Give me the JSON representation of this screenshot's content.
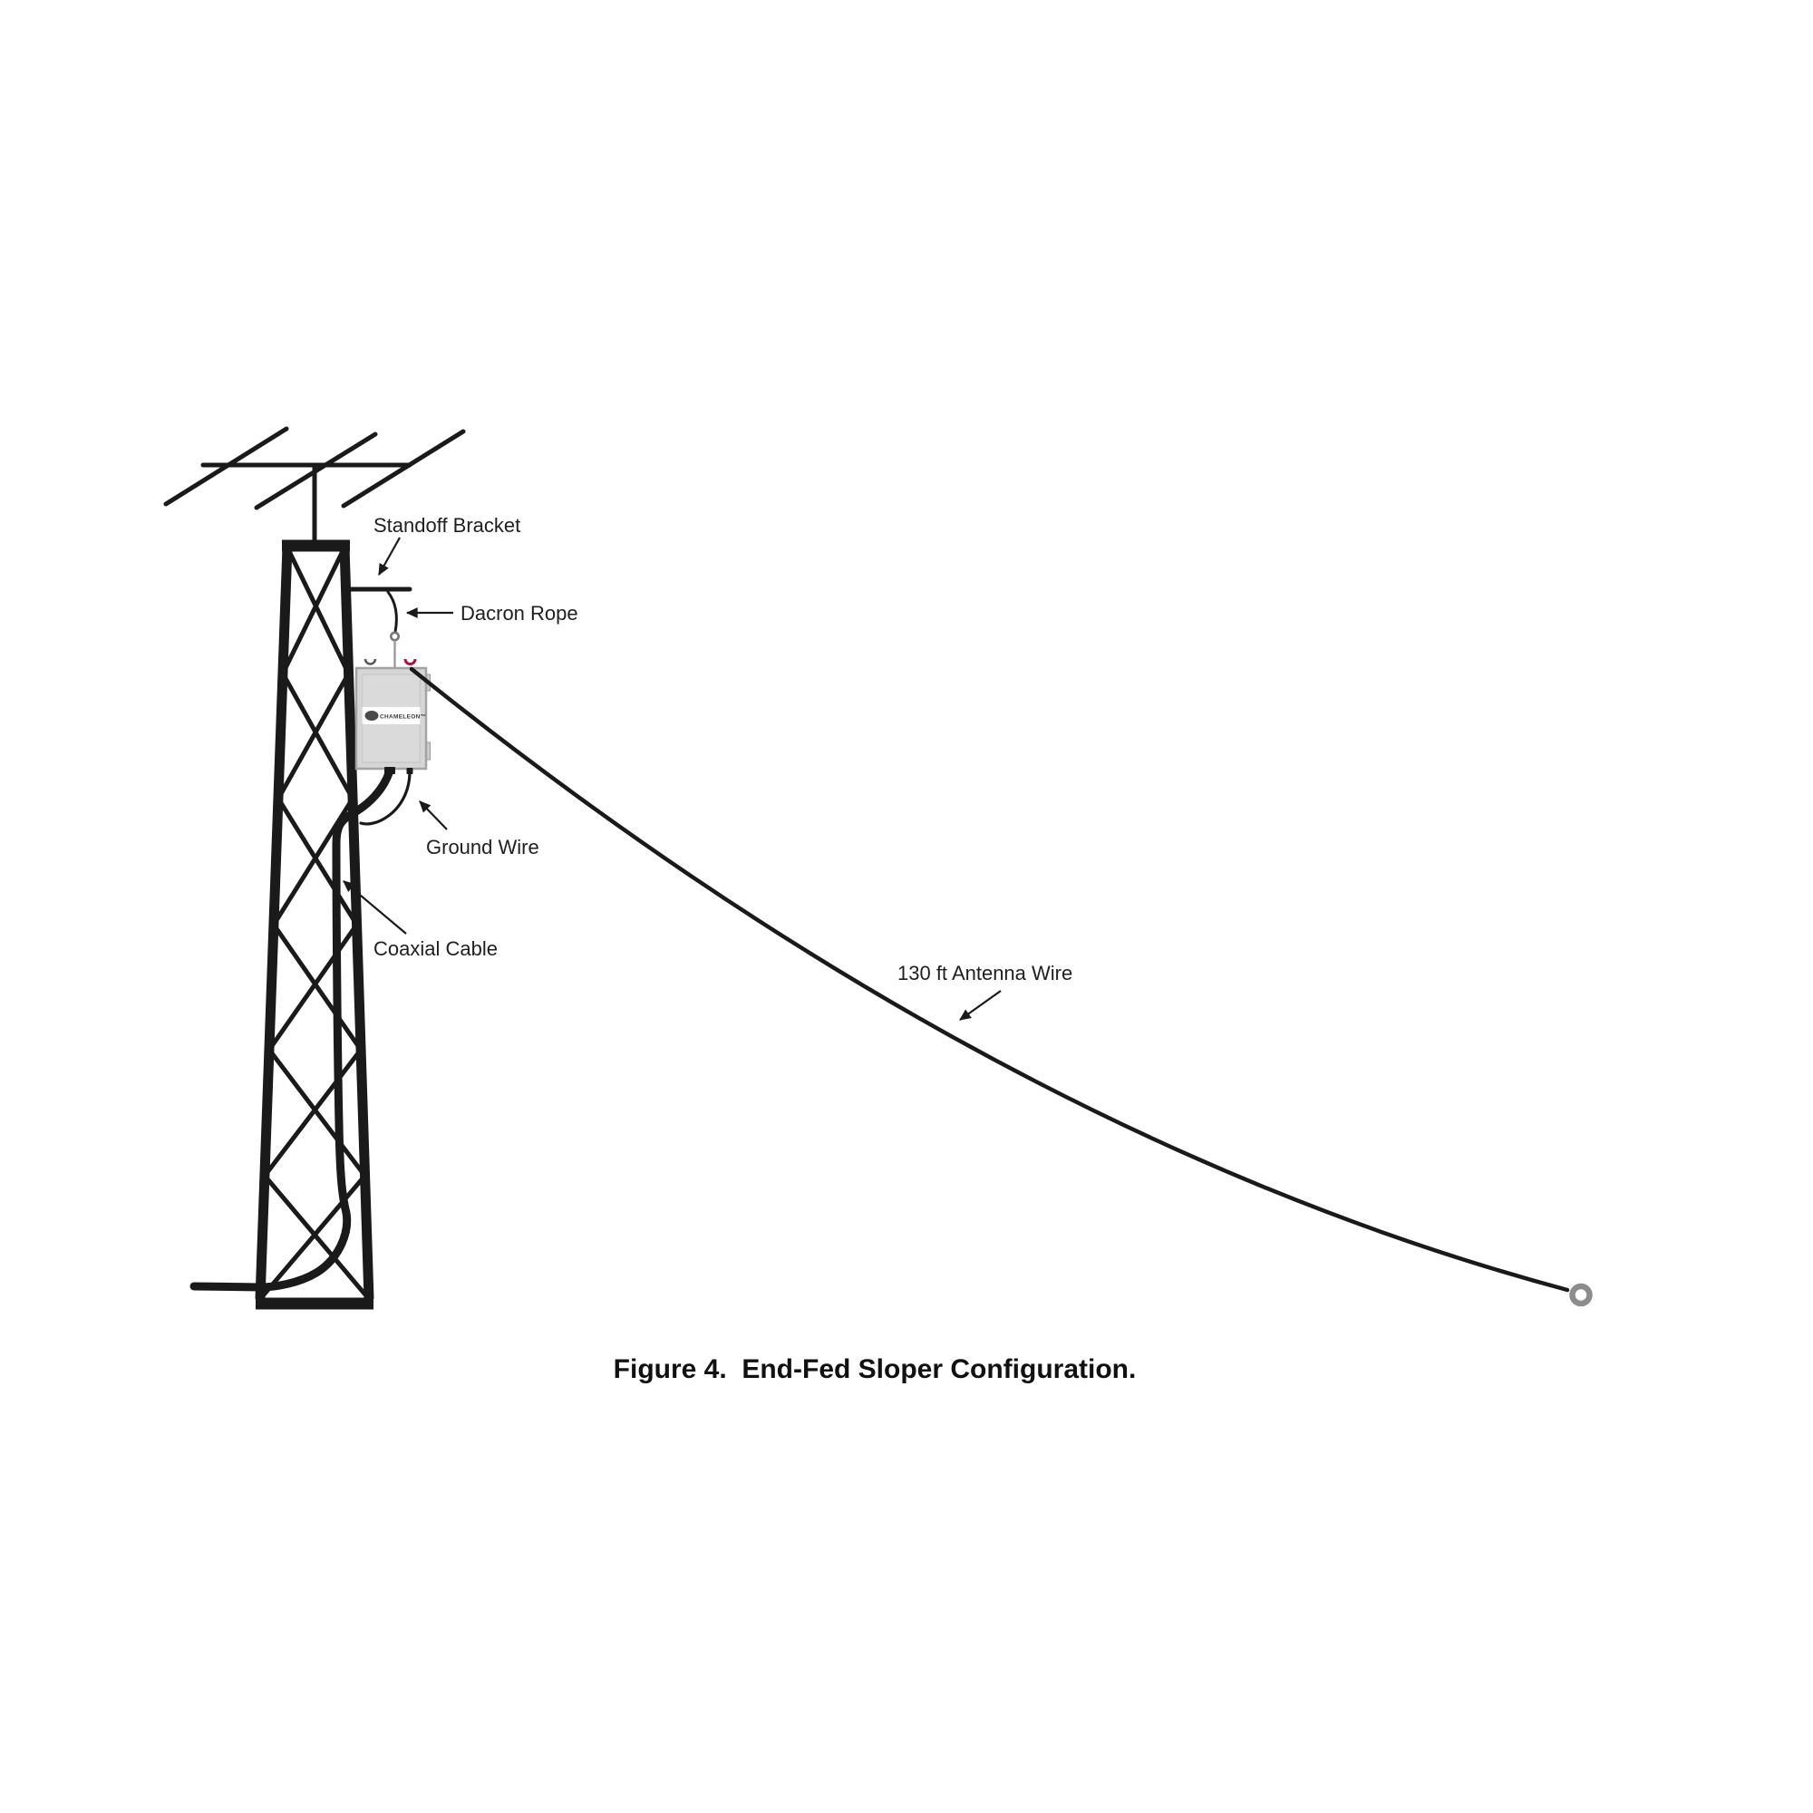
{
  "figure": {
    "caption": "Figure 4.  End-Fed Sloper Configuration."
  },
  "labels": {
    "standoff_bracket": "Standoff Bracket",
    "dacron_rope": "Dacron Rope",
    "ground_wire": "Ground Wire",
    "coaxial_cable": "Coaxial Cable",
    "antenna_wire": "130 ft Antenna Wire"
  },
  "matchbox": {
    "logo_text": "CHAMELEON™"
  },
  "colors": {
    "ink": "#1a1a1a",
    "label_text": "#1f1f1f",
    "box_fill": "#d6d6d6",
    "box_border": "#a3a3a3",
    "logo_band": "#fdfdfd",
    "red_hook": "#b0103a",
    "gray_hook": "#5a5a5a",
    "insulator_ring": "#8c8c8c",
    "hang_line": "#9a9a9a",
    "background": "#ffffff"
  }
}
